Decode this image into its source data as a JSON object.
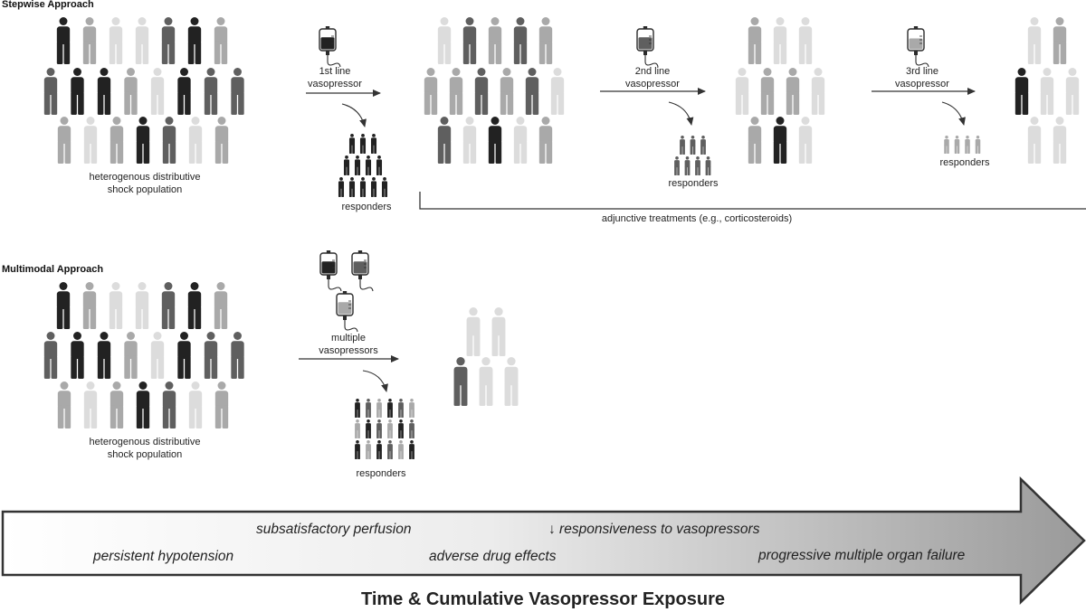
{
  "stepwise": {
    "title": "Stepwise Approach",
    "population_label": [
      "heterogenous distributive",
      "shock population"
    ],
    "steps": [
      {
        "label": [
          "1st line",
          "vasopressor"
        ],
        "responders": "responders"
      },
      {
        "label": [
          "2nd line",
          "vasopressor"
        ],
        "responders": "responders"
      },
      {
        "label": [
          "3rd line",
          "vasopressor"
        ],
        "responders": "responders"
      }
    ],
    "adjunctive": "adjunctive treatments (e.g., corticosteroids)"
  },
  "multimodal": {
    "title": "Multimodal Approach",
    "population_label": [
      "heterogenous distributive",
      "shock population"
    ],
    "treatment": [
      "multiple",
      "vasopressors"
    ],
    "responders": "responders"
  },
  "timeline": {
    "effects": [
      "subsatisfactory perfusion",
      "↓ responsiveness to vasopressors",
      "persistent hypotension",
      "adverse drug effects",
      "progressive multiple organ failure"
    ],
    "title": "Time & Cumulative Vasopressor Exposure"
  },
  "colors": {
    "black": "#222222",
    "dark": "#5f5f5f",
    "mid": "#a9a9a9",
    "light": "#dcdcdc",
    "arrow": "#333333",
    "bag_outline": "#2b2b2b"
  },
  "icons": [
    "person-icon",
    "iv-bag-icon",
    "arrow-icon",
    "bracket-icon",
    "timeline-arrow-icon"
  ]
}
